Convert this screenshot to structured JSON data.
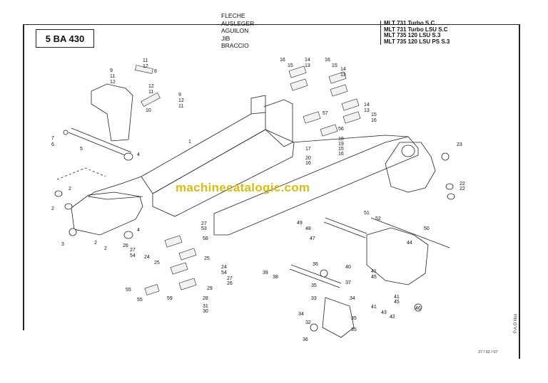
{
  "header": {
    "ref_code": "5 BA 430",
    "titles": [
      "FLECHE",
      "AUSLEGER",
      "AGUILON",
      "JIB",
      "BRACCIO"
    ],
    "models": [
      "MLT 731 Turbo S.C",
      "MLT 731 Turbo LSU S.C",
      "MLT 735 120 LSU S.3",
      "MLT 735 120 LSU PS S.3"
    ]
  },
  "watermark": "machinecatalogic.com",
  "footer": {
    "date": "27 / 02 / 07",
    "pao": "P.A.O illus"
  },
  "callouts": {
    "c1": "1",
    "c2": "2",
    "c3": "3",
    "c4": "4",
    "c5": "5",
    "c6": "6",
    "c7": "7",
    "c8": "8",
    "c9": "9",
    "c10": "10",
    "c11": "11",
    "c12": "12",
    "c13": "13",
    "c14": "14",
    "c15": "15",
    "c16": "16",
    "c17": "17",
    "c18": "18",
    "c19": "19",
    "c20": "20",
    "c22": "22",
    "c23": "23",
    "c24": "24",
    "c25": "25",
    "c26": "26",
    "c27": "27",
    "c28": "28",
    "c29": "29",
    "c30": "30",
    "c31": "31",
    "c32": "32",
    "c33": "33",
    "c34": "34",
    "c35": "35",
    "c36": "36",
    "c37": "37",
    "c38": "38",
    "c39": "39",
    "c40": "40",
    "c41": "41",
    "c42": "42",
    "c43": "43",
    "c44": "44",
    "c45": "45",
    "c46": "46",
    "c47": "47",
    "c48": "48",
    "c49": "49",
    "c50": "50",
    "c51": "51",
    "c52": "52",
    "c53": "53",
    "c54": "54",
    "c55": "55",
    "c56": "56",
    "c57": "57",
    "c58": "58",
    "c59": "59"
  }
}
